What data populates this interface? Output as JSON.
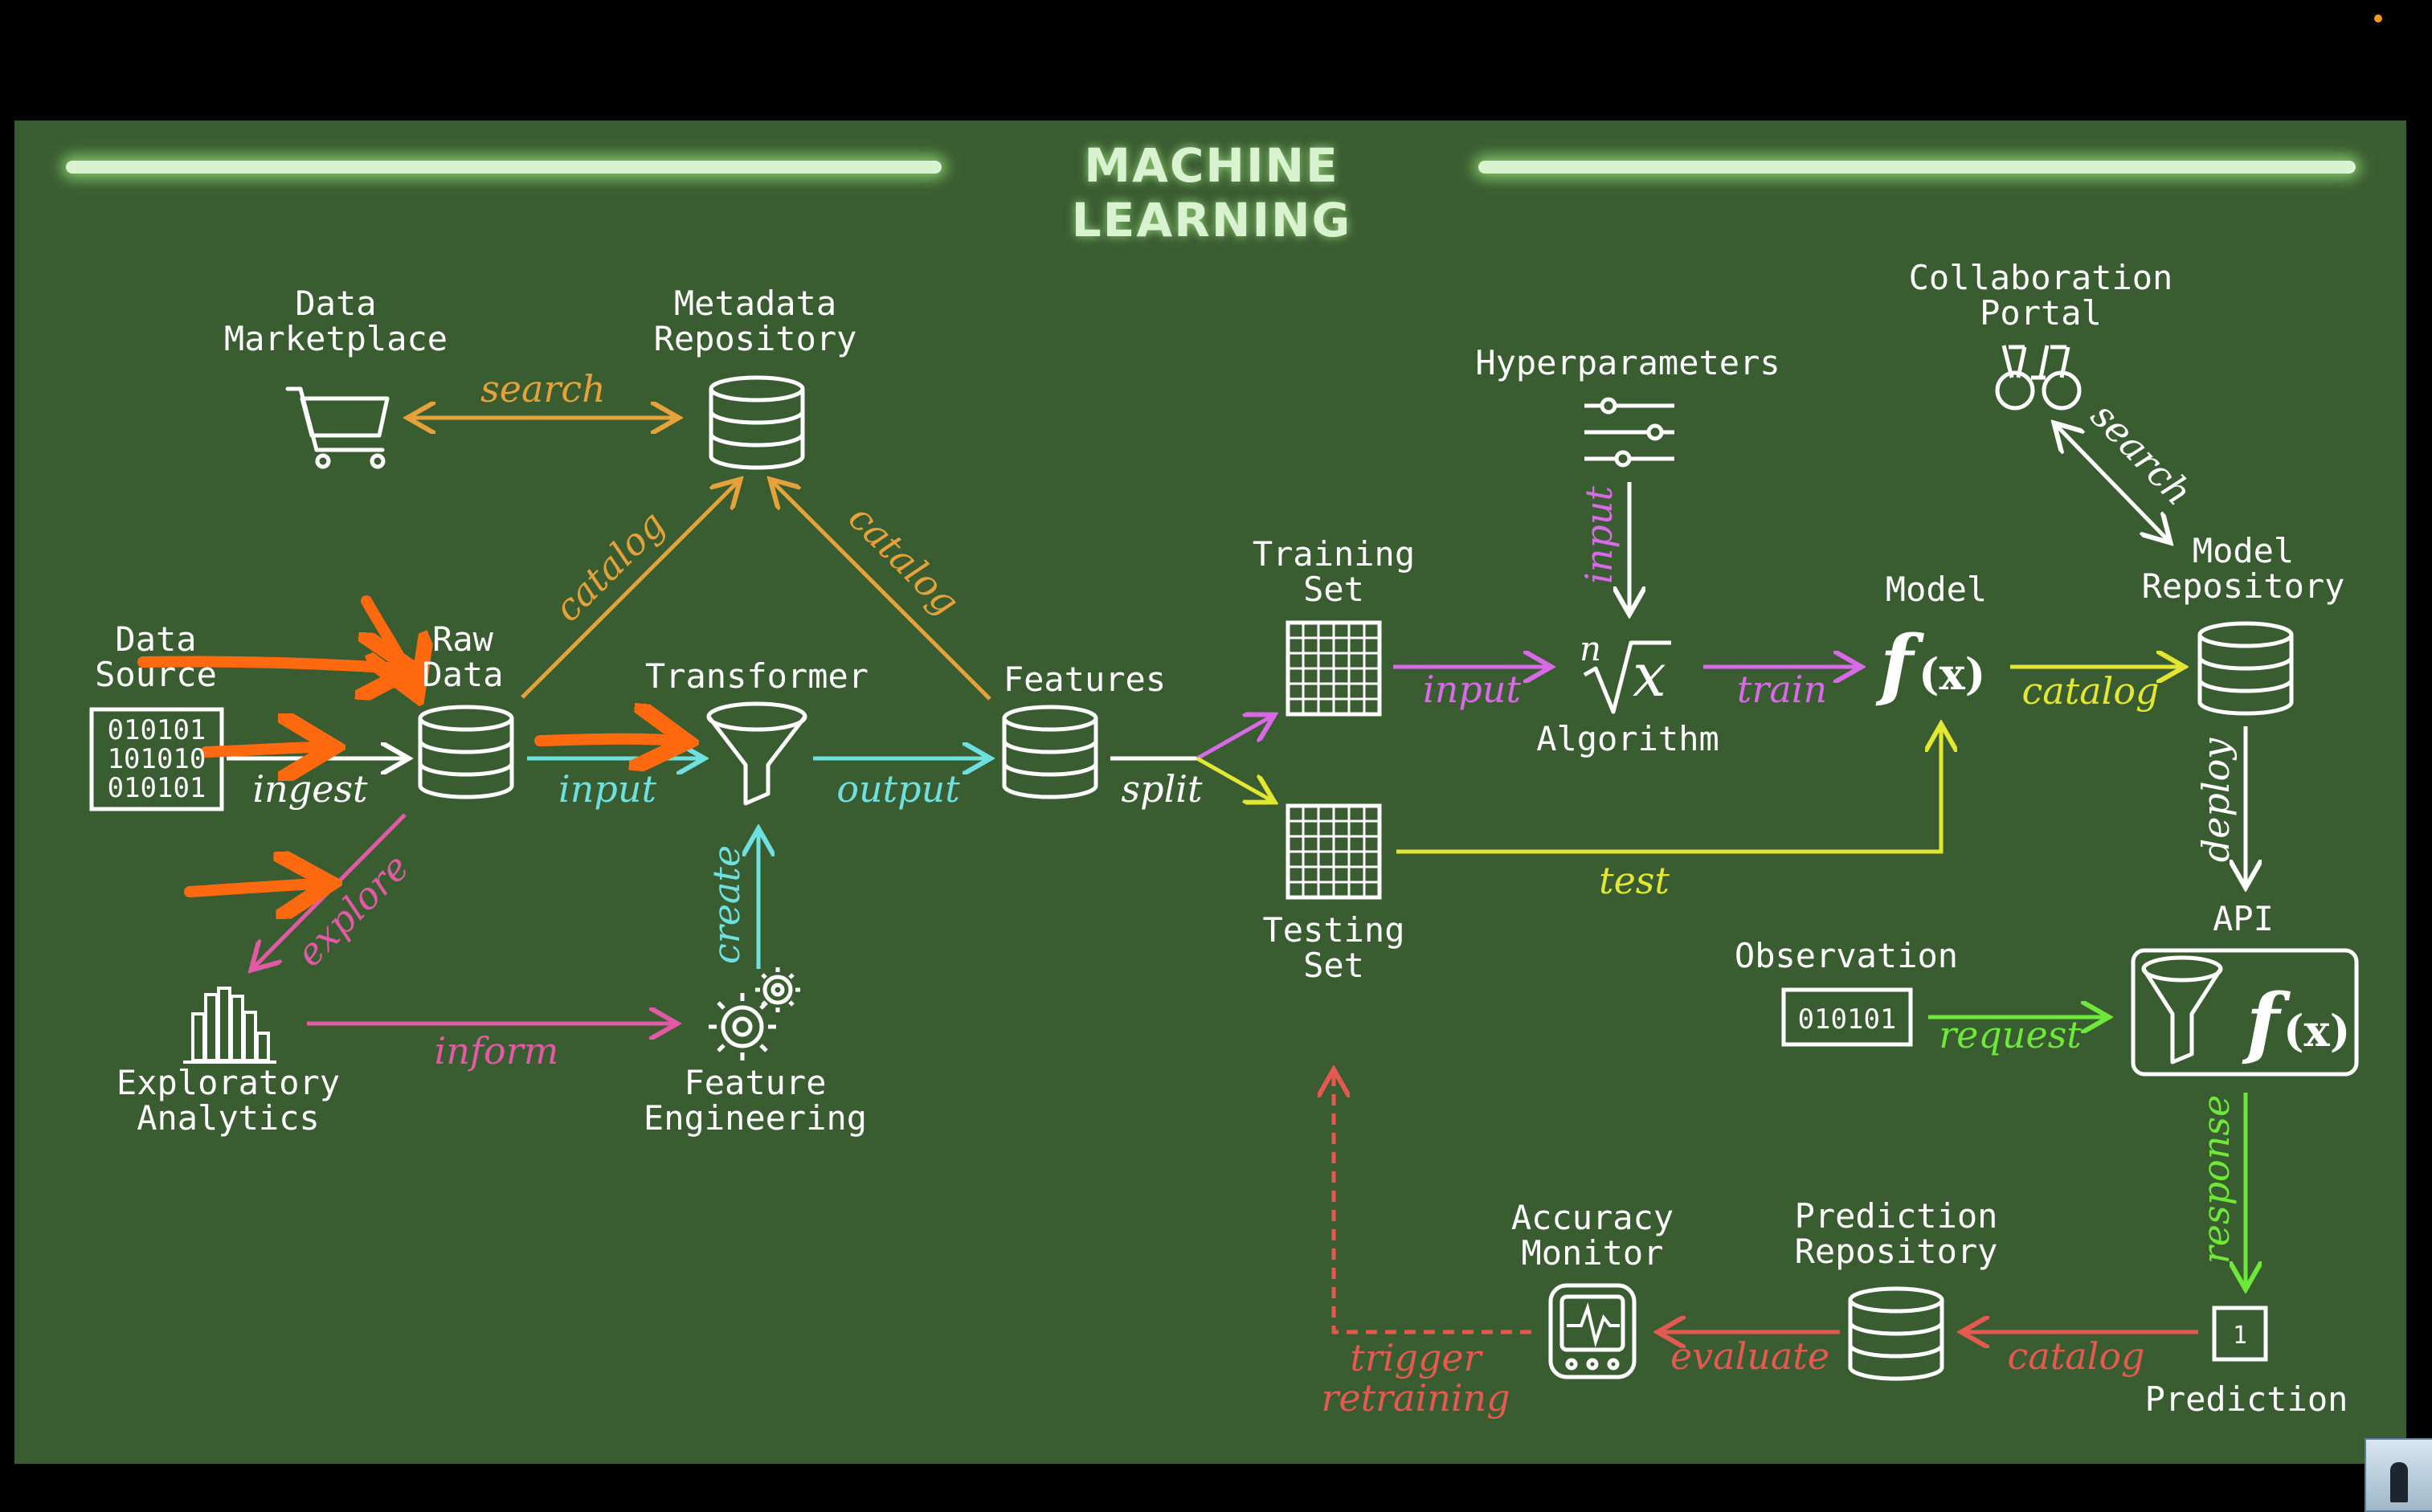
{
  "title": "MACHINE LEARNING",
  "nodes": {
    "data_marketplace": "Data Marketplace",
    "metadata_repository": "Metadata Repository",
    "data_source": "Data Source",
    "raw_data": "Raw Data",
    "transformer": "Transformer",
    "features": "Features",
    "exploratory_analytics": "Exploratory Analytics",
    "feature_engineering": "Feature Engineering",
    "training_set": "Training Set",
    "testing_set": "Testing Set",
    "hyperparameters": "Hyperparameters",
    "algorithm": "Algorithm",
    "model": "Model",
    "collaboration_portal": "Collaboration Portal",
    "model_repository": "Model Repository",
    "api": "API",
    "observation": "Observation",
    "observation_bits": "010101",
    "prediction": "Prediction",
    "prediction_value": "1",
    "prediction_repository": "Prediction Repository",
    "accuracy_monitor": "Accuracy Monitor",
    "data_source_bits": [
      "010101",
      "101010",
      "010101"
    ]
  },
  "edges": {
    "search_marketplace": "search",
    "catalog_raw": "catalog",
    "catalog_features": "catalog",
    "ingest": "ingest",
    "input_transformer": "input",
    "output": "output",
    "split": "split",
    "explore": "explore",
    "create": "create",
    "inform": "inform",
    "input_algorithm": "input",
    "input_hyper": "input",
    "train": "train",
    "catalog_model": "catalog",
    "search_portal": "search",
    "test": "test",
    "deploy": "deploy",
    "request": "request",
    "response": "response",
    "catalog_prediction": "catalog",
    "evaluate": "evaluate",
    "trigger_retraining": [
      "trigger",
      "retraining"
    ]
  },
  "math": {
    "root_index": "n",
    "root_var": "x",
    "model_f": "f",
    "model_arg": "(x)"
  },
  "colors": {
    "background": "#3a5c31",
    "white": "#ffffff",
    "orange": "#e6a23a",
    "cyan": "#6fe0e0",
    "pink": "#e25aa6",
    "magenta": "#d86ae8",
    "yellow": "#e3e632",
    "green": "#6ee83a",
    "red": "#e55a50",
    "annotation": "#ff6a10"
  }
}
